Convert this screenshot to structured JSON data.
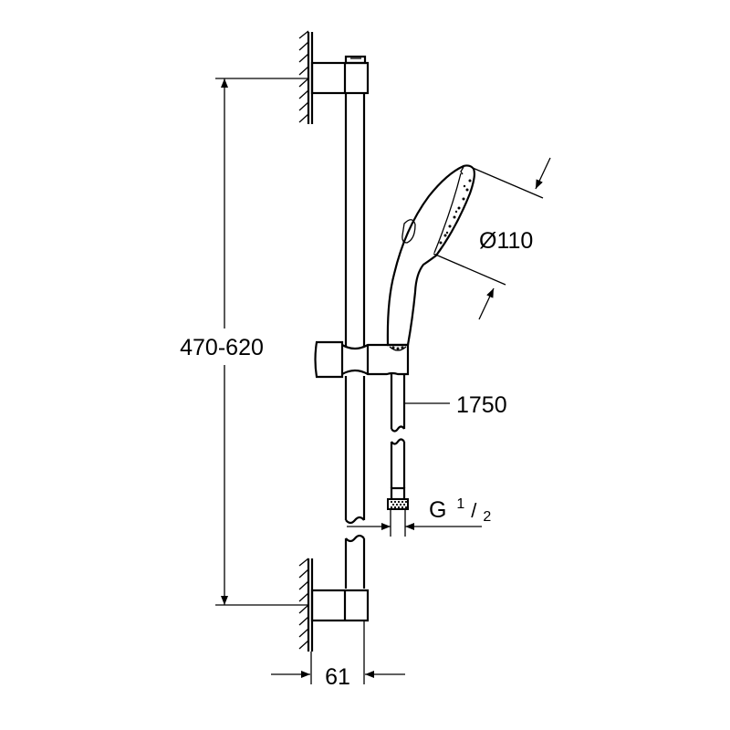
{
  "diagram": {
    "type": "technical-drawing",
    "subject": "shower rail set with hand shower",
    "line_color": "#000000",
    "background": "#ffffff",
    "dimensions": {
      "rail_height_range": "470-620",
      "hand_shower_diameter": "Ø110",
      "hose_length": "1750",
      "thread_size_prefix": "G",
      "thread_size_num": "1",
      "thread_size_den": "2",
      "wall_projection": "61"
    }
  }
}
